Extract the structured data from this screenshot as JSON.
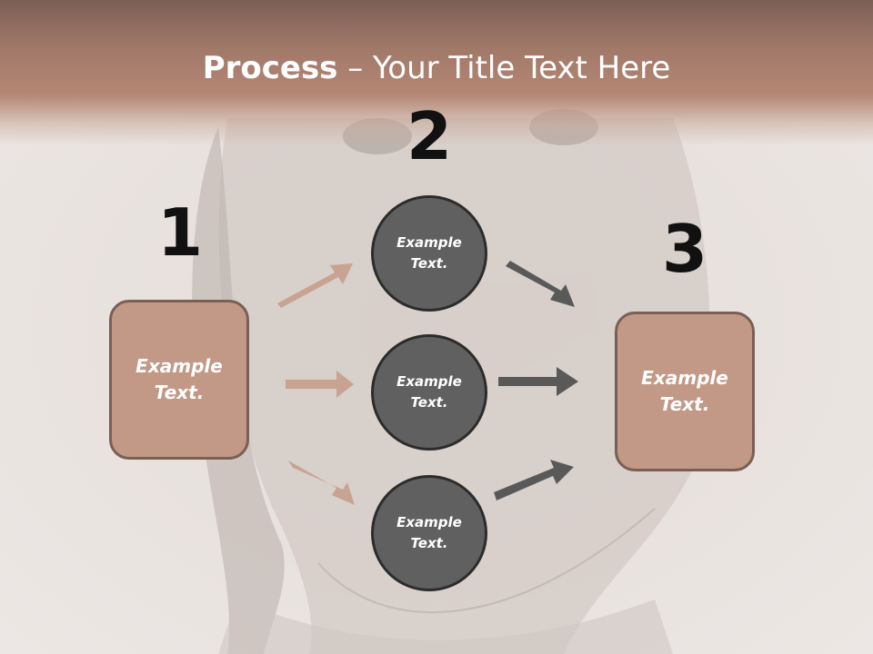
{
  "title": {
    "bold": "Process",
    "rest": " – Your Title Text Here"
  },
  "steps": [
    {
      "number": "1",
      "text_line1": "Example",
      "text_line2": "Text."
    },
    {
      "number": "2"
    },
    {
      "number": "3",
      "text_line1": "Example",
      "text_line2": "Text."
    }
  ],
  "circles": [
    {
      "text_line1": "Example",
      "text_line2": "Text."
    },
    {
      "text_line1": "Example",
      "text_line2": "Text."
    },
    {
      "text_line1": "Example",
      "text_line2": "Text."
    }
  ],
  "colors": {
    "title_band": "#a27a6a",
    "box_fill": "#c29886",
    "circle_fill": "#606060",
    "arrow_left": "#c9a392",
    "arrow_right": "#595959"
  }
}
